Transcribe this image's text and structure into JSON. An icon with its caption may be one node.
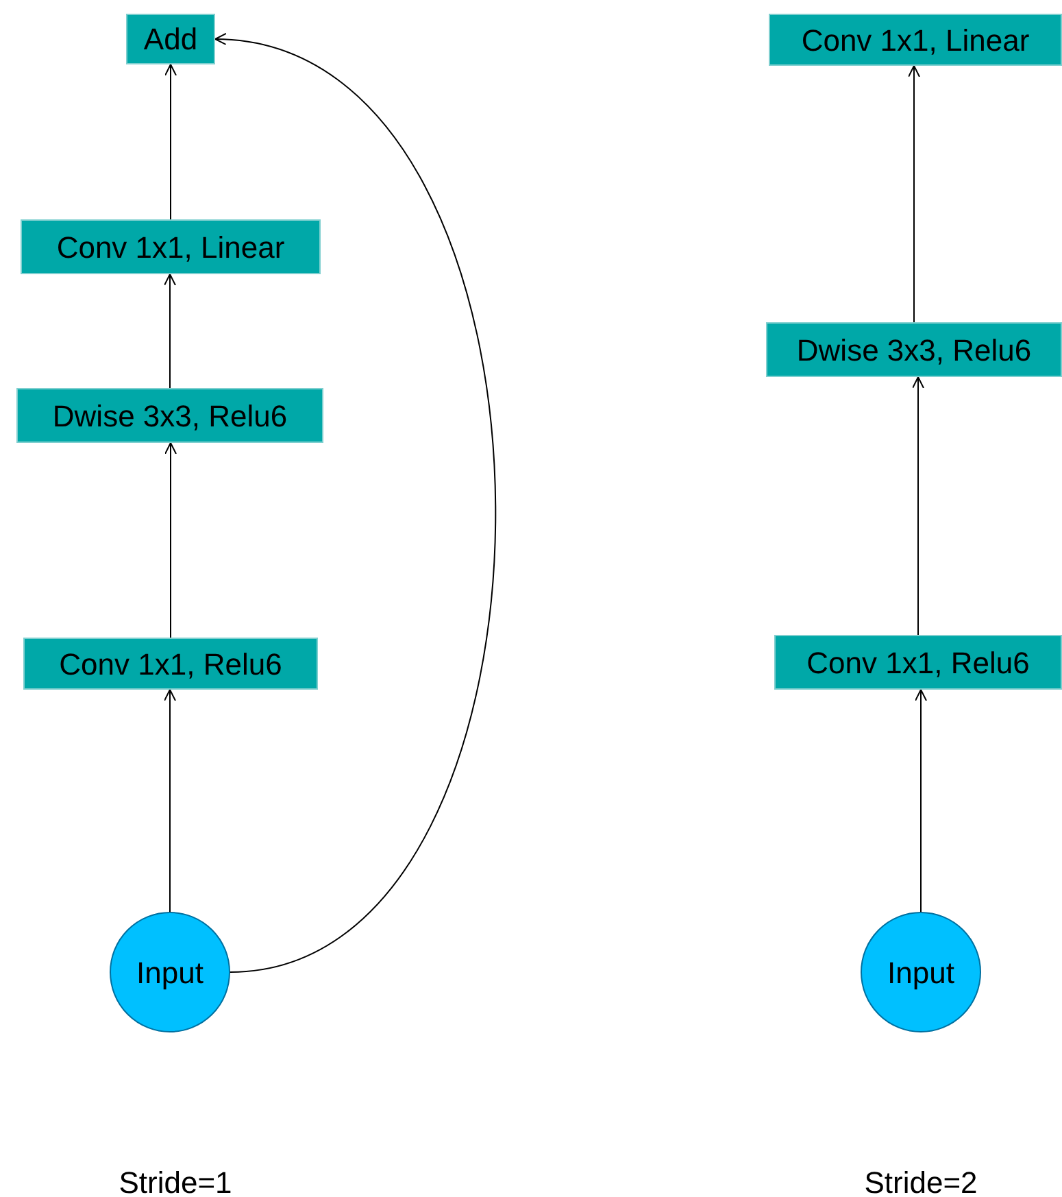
{
  "diagram": {
    "nodes": [
      {
        "text": [
          "Add"
        ]
      },
      {
        "text": [
          "Conv 1x1, Linear"
        ]
      },
      {
        "text": [
          "Dwise 3x3, Relu6"
        ]
      },
      {
        "text": [
          "Conv 1x1, Relu6"
        ]
      },
      {
        "text": [
          "Input"
        ]
      },
      {
        "text": [
          "Conv 1x1, Linear"
        ]
      },
      {
        "text": [
          "Dwise 3x3, Relu6"
        ]
      },
      {
        "text": [
          "Conv 1x1, Relu6"
        ]
      },
      {
        "text": [
          "Input"
        ]
      }
    ],
    "edges": [
      {
        "from": 4,
        "to": 3,
        "arrow": "to"
      },
      {
        "from": 3,
        "to": 2,
        "arrow": "to"
      },
      {
        "from": 2,
        "to": 1,
        "arrow": "to"
      },
      {
        "from": 1,
        "to": 0,
        "arrow": "to"
      },
      {
        "from": 4,
        "to": 0,
        "arrow": "to"
      },
      {
        "from": 8,
        "to": 7,
        "arrow": "to"
      },
      {
        "from": 7,
        "to": 6,
        "arrow": "to"
      },
      {
        "from": 6,
        "to": 5,
        "arrow": "to"
      }
    ],
    "labels": [
      "Stride=1",
      "Stride=2"
    ]
  }
}
